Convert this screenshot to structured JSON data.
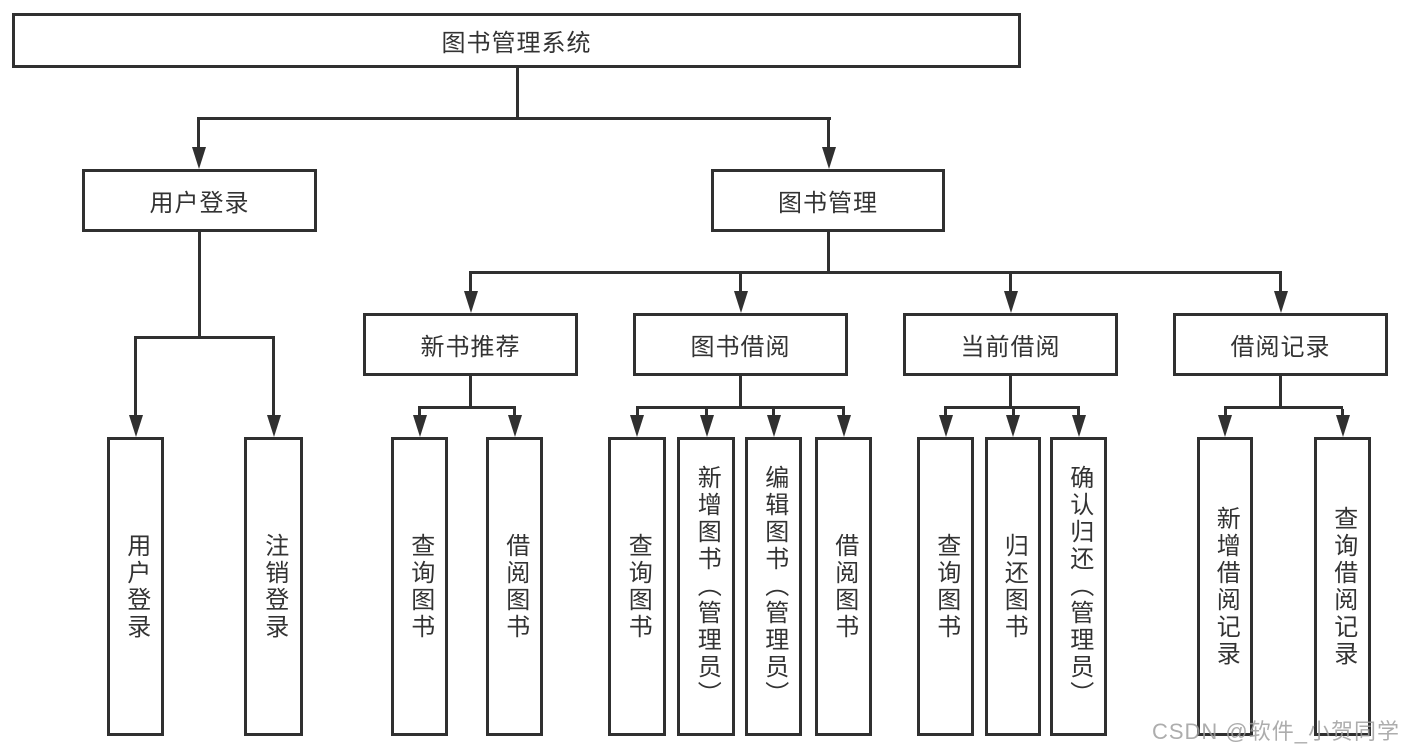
{
  "diagram_title": "图书管理系统",
  "tree": {
    "label": "图书管理系统",
    "children": [
      {
        "label": "用户登录",
        "children": [
          {
            "label": "用户登录"
          },
          {
            "label": "注销登录"
          }
        ]
      },
      {
        "label": "图书管理",
        "children": [
          {
            "label": "新书推荐",
            "children": [
              {
                "label": "查询图书"
              },
              {
                "label": "借阅图书"
              }
            ]
          },
          {
            "label": "图书借阅",
            "children": [
              {
                "label": "查询图书"
              },
              {
                "label": "新增图书（管理员）"
              },
              {
                "label": "编辑图书（管理员）"
              },
              {
                "label": "借阅图书"
              }
            ]
          },
          {
            "label": "当前借阅",
            "children": [
              {
                "label": "查询图书"
              },
              {
                "label": "归还图书"
              },
              {
                "label": "确认归还（管理员）"
              }
            ]
          },
          {
            "label": "借阅记录",
            "children": [
              {
                "label": "新增借阅记录"
              },
              {
                "label": "查询借阅记录"
              }
            ]
          }
        ]
      }
    ]
  },
  "watermark": {
    "text": "CSDN @软件_小贺同学"
  },
  "colors": {
    "line": "#303030",
    "text": "#333333",
    "background": "#ffffff",
    "watermark": "#9f9f9f"
  }
}
